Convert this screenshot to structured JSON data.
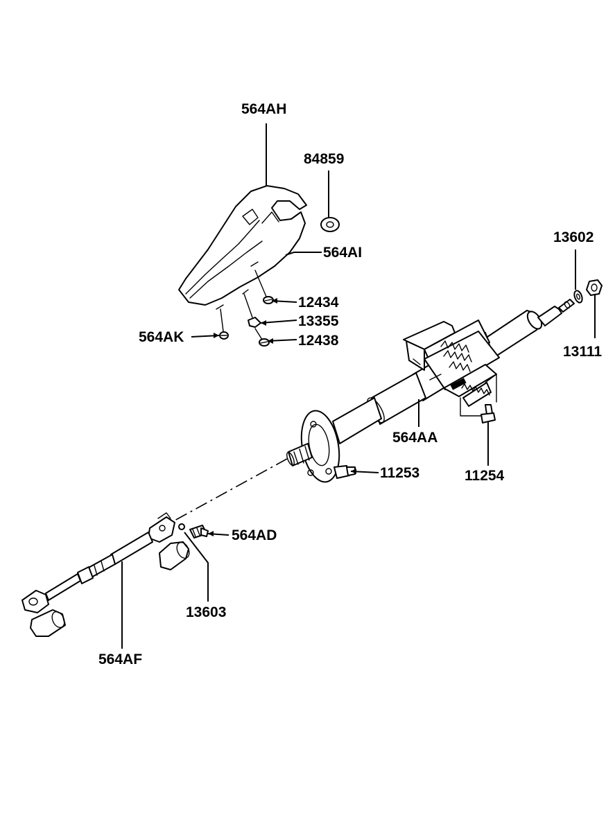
{
  "labels": {
    "p564AH": "564AH",
    "p84859": "84859",
    "p564AI": "564AI",
    "p13602": "13602",
    "p12434": "12434",
    "p13355": "13355",
    "p564AK": "564AK",
    "p12438": "12438",
    "p13111": "13111",
    "p564AA": "564AA",
    "p11253": "11253",
    "p11254": "11254",
    "p564AD": "564AD",
    "p13603": "13603",
    "p564AF": "564AF"
  }
}
